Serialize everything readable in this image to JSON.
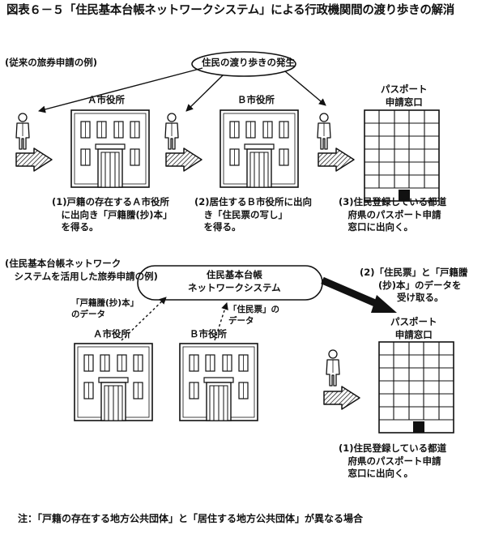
{
  "title": "図表６－５「住民基本台帳ネットワークシステム」による行政機関間の渡り歩きの解消",
  "top_section": {
    "heading": "(従来の旅券申請の例)",
    "ellipse": "住民の渡り歩きの発生",
    "office_a": "Ａ市役所",
    "office_b": "Ｂ市役所",
    "passport": "パスポート\n申請窓口",
    "step1": "(1)戸籍の存在するＡ市役所\n　に出向き「戸籍謄(抄)本」\n　を得る。",
    "step2": "(2)居住するＢ市役所に出向\n　き「住民票の写し」\n　を得る。",
    "step3": "(3)住民登録している都道\n　府県のパスポート申請\n　窓口に出向く。"
  },
  "bottom_section": {
    "heading": "(住民基本台帳ネットワーク\n　システムを活用した旅券申請の例)",
    "network": "住民基本台帳\nネットワークシステム",
    "data_a": "「戸籍謄(抄)本」\nのデータ",
    "data_b": "「住民票」の\nデータ",
    "office_a": "Ａ市役所",
    "office_b": "Ｂ市役所",
    "receive": "(2)「住民票」と「戸籍謄\n　　(抄)本」のデータを\n　　　　受け取る。",
    "passport": "パスポート\n申請窓口",
    "step1": "(1)住民登録している都道\n　府県のパスポート申請\n　窓口に出向く。"
  },
  "note": "注：「戸籍の存在する地方公共団体」と「居住する地方公共団体」が異なる場合"
}
